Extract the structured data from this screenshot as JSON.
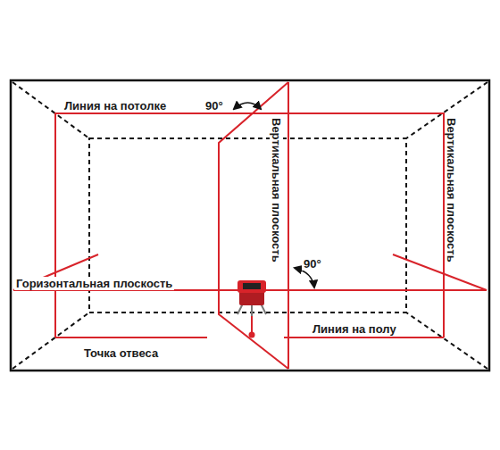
{
  "diagram": {
    "labels": [
      "Линия на потолке",
      "90°",
      "Вертикальная плоскость",
      "Вертикальная плоскость",
      "90°",
      "Горизонтальная плоскость",
      "Линия на полу",
      "Точка отвеса"
    ]
  }
}
